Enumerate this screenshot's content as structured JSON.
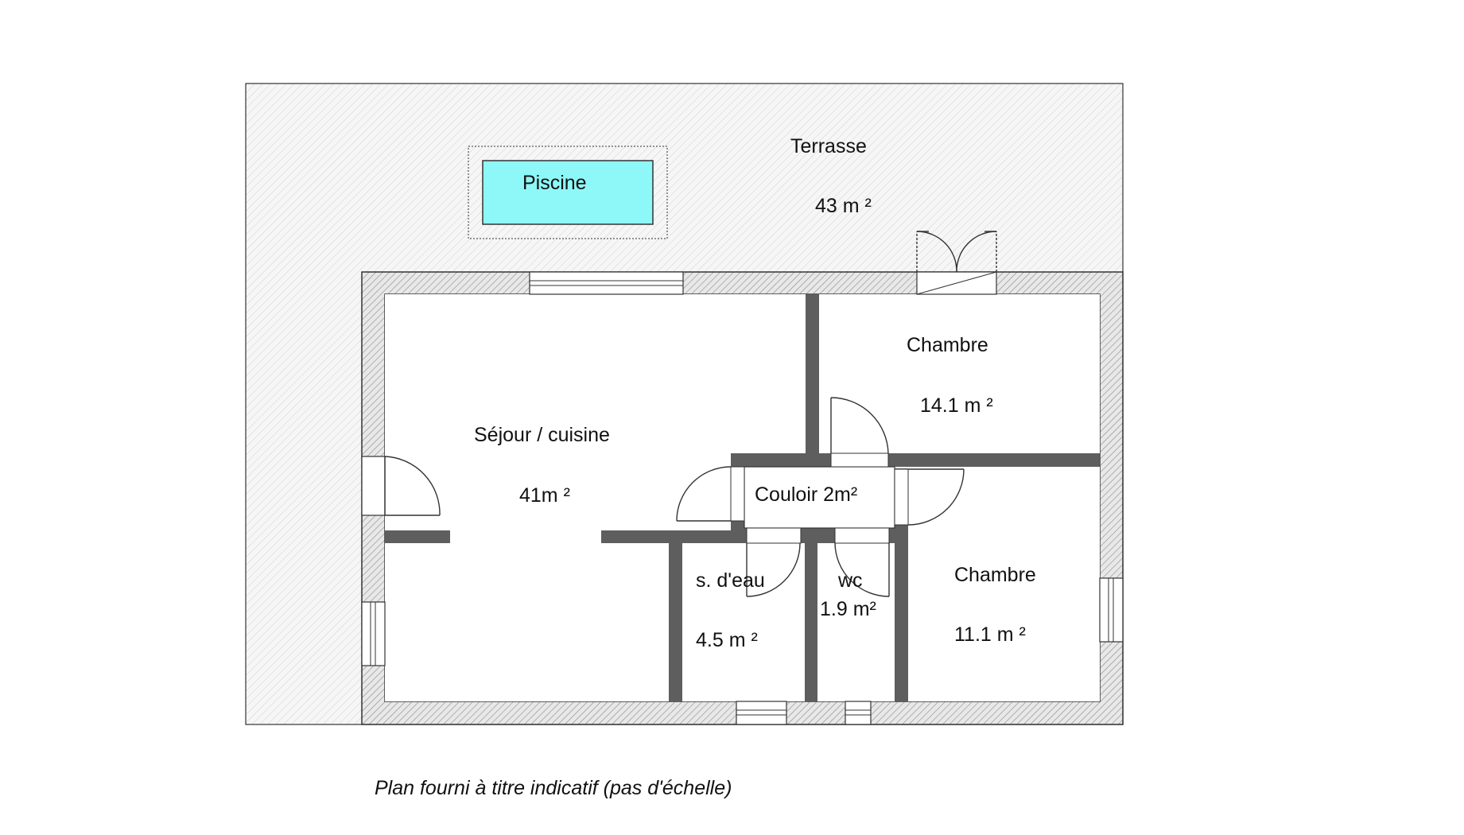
{
  "rooms": {
    "terrasse": {
      "name": "Terrasse",
      "area": "43 m ²"
    },
    "piscine": {
      "name": "Piscine"
    },
    "sejour": {
      "name": "Séjour / cuisine",
      "area": "41m ²"
    },
    "chambre1": {
      "name": "Chambre",
      "area": "14.1 m ²"
    },
    "couloir": {
      "name": "Couloir 2m²"
    },
    "sdeau": {
      "name": "s. d'eau",
      "area": "4.5 m ²"
    },
    "wc": {
      "name": "wc",
      "area": "1.9 m²"
    },
    "chambre2": {
      "name": "Chambre",
      "area": "11.1 m ²"
    }
  },
  "note": "Plan fourni à titre indicatif (pas d'échelle)",
  "colors": {
    "pool_water": "#8ef7f7",
    "interior_wall": "#5e5e5e",
    "line": "#333333"
  }
}
